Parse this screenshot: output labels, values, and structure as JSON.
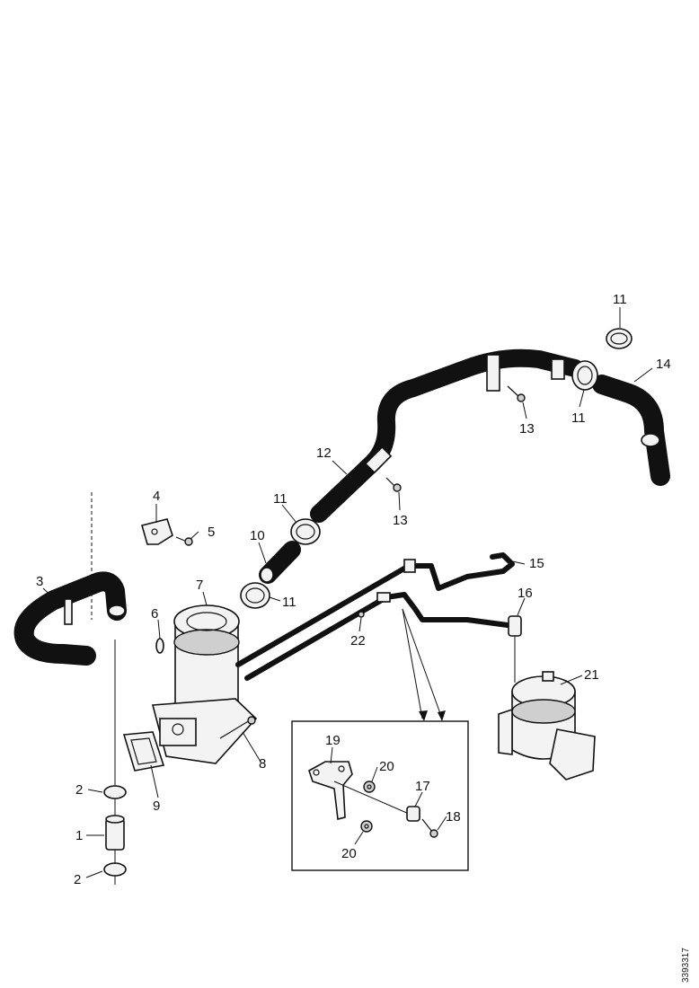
{
  "callouts": {
    "c1": "1",
    "c2a": "2",
    "c2b": "2",
    "c3": "3",
    "c4": "4",
    "c5": "5",
    "c6": "6",
    "c7": "7",
    "c8": "8",
    "c9": "9",
    "c10": "10",
    "c11a": "11",
    "c11b": "11",
    "c11c": "11",
    "c11d": "11",
    "c12": "12",
    "c13a": "13",
    "c13b": "13",
    "c14": "14",
    "c15": "15",
    "c16": "16",
    "c17": "17",
    "c18": "18",
    "c19": "19",
    "c20a": "20",
    "c20b": "20",
    "c21": "21",
    "c22": "22"
  },
  "drawing_ref": "3393317"
}
